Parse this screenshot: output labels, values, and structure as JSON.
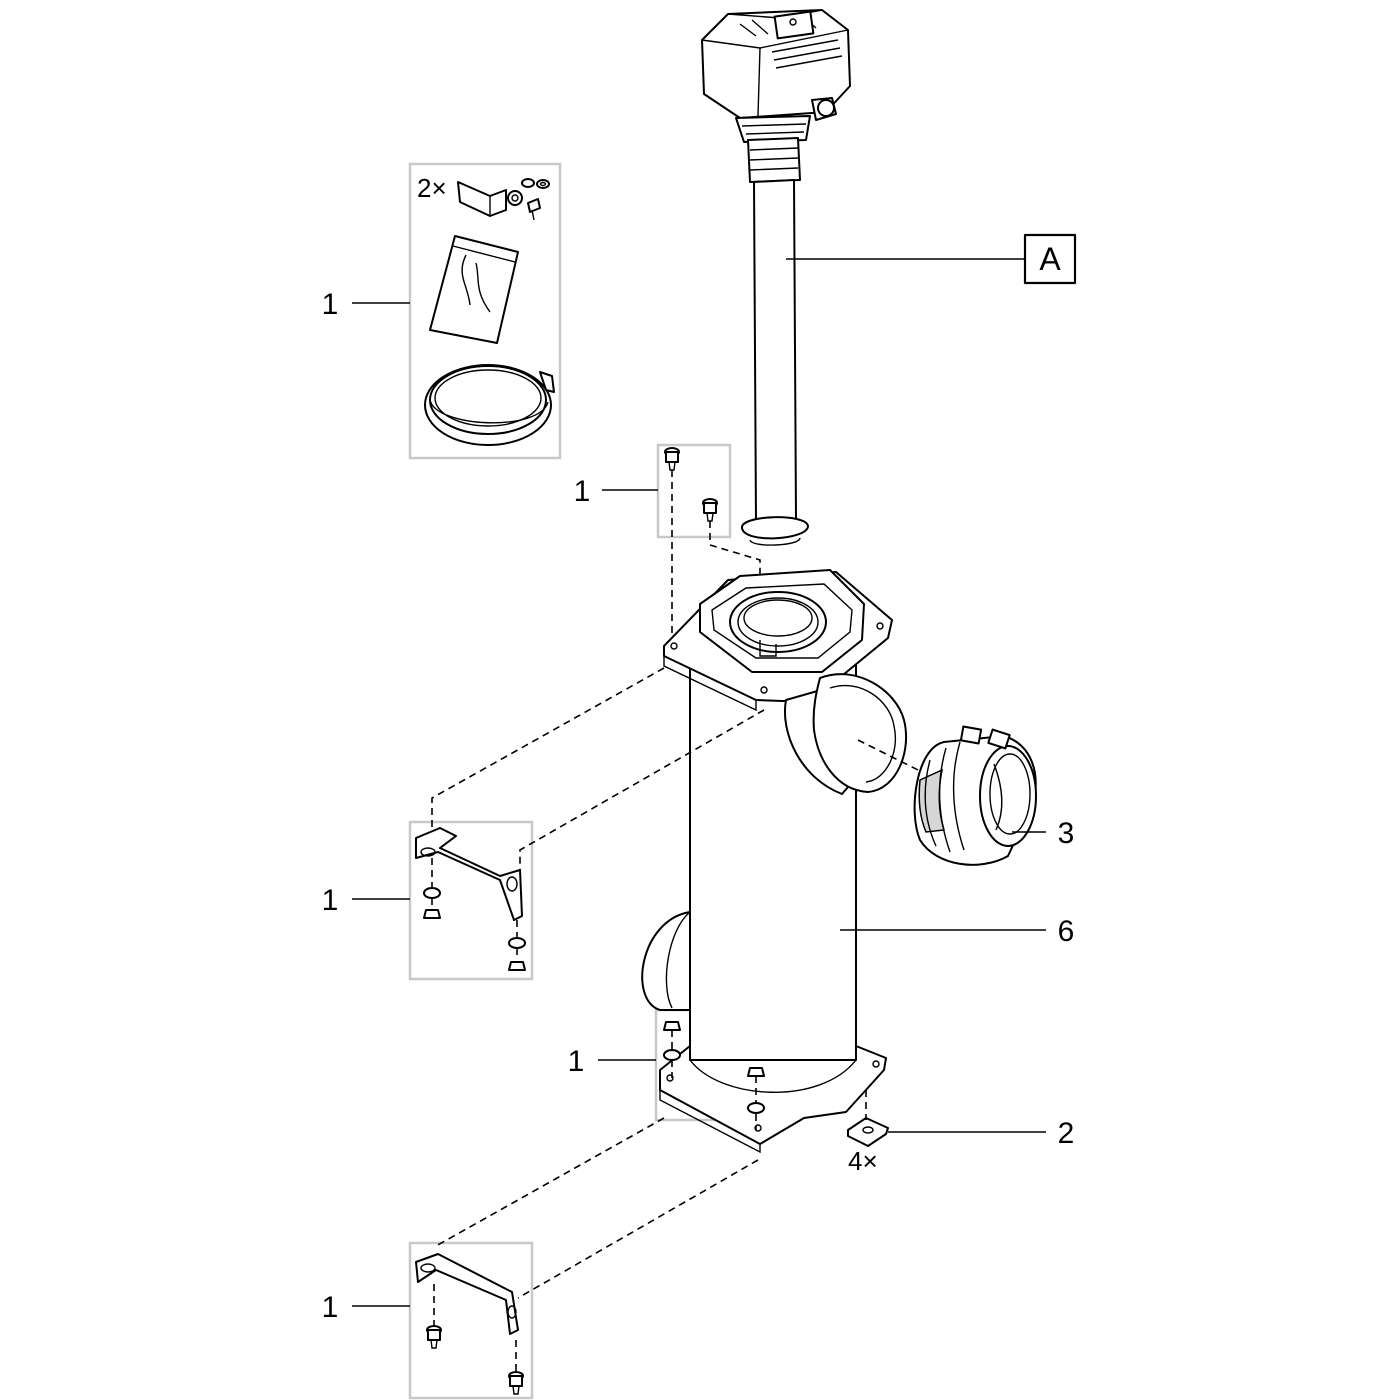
{
  "callouts": {
    "kit_top": "1",
    "screws_top": "1",
    "bracket_mid": "1",
    "screws_bottom": "1",
    "bracket_bottom": "1",
    "clamp": "3",
    "body": "6",
    "foot": "2"
  },
  "multipliers": {
    "kit_bracket": "2×",
    "foot": "4×"
  },
  "reference_box": {
    "letter": "A"
  }
}
